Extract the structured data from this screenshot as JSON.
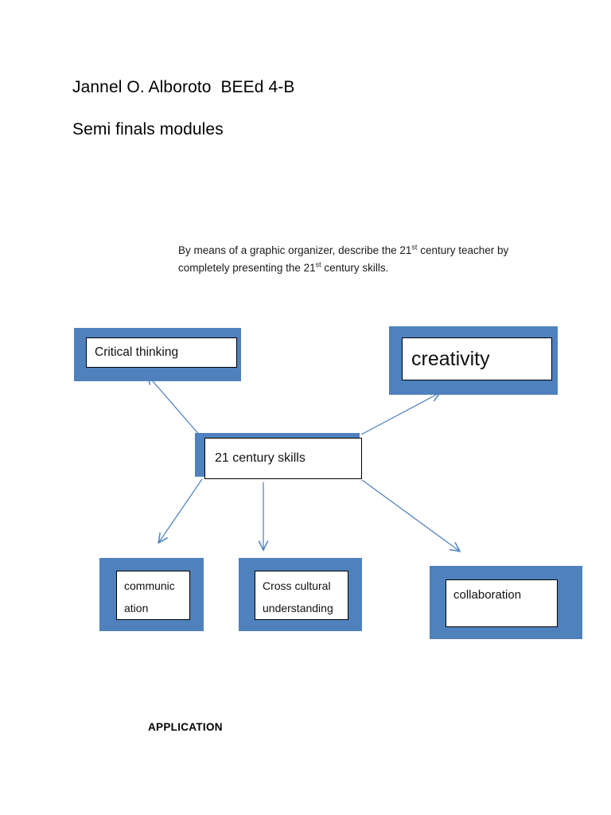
{
  "document": {
    "background_color": "#ffffff",
    "heading": {
      "line1": "Jannel O. Alboroto  BEEd 4-B",
      "line2": "Semi finals modules"
    },
    "instruction": {
      "part1": "By means of a graphic organizer, describe the 21",
      "sup1": "st",
      "part2": " century teacher by completely presenting the 21",
      "sup2": "st",
      "part3": " century skills."
    },
    "footer": {
      "application_heading": "APPLICATION"
    }
  },
  "chart_data": {
    "type": "diagram",
    "diagram_kind": "graphic-organizer",
    "title": "21 century skills",
    "accent_color": "#4F81BD",
    "node_fill_color": "#ffffff",
    "node_border_color": "#000000",
    "arrow_color": "#4F81BD",
    "center_node": {
      "id": "center",
      "label": "21 century skills"
    },
    "nodes": [
      {
        "id": "critical-thinking",
        "label": "Critical thinking",
        "position": "top-left"
      },
      {
        "id": "creativity",
        "label": "creativity",
        "position": "top-right"
      },
      {
        "id": "communication",
        "label": "communic\nation",
        "position": "bottom-left"
      },
      {
        "id": "cross-cultural",
        "label": "Cross cultural\nunderstanding",
        "position": "bottom-center"
      },
      {
        "id": "collaboration",
        "label": "collaboration",
        "position": "bottom-right"
      }
    ],
    "edges": [
      {
        "from": "center",
        "to": "critical-thinking",
        "direction": "up-left",
        "arrowhead": "end"
      },
      {
        "from": "center",
        "to": "creativity",
        "direction": "up-right",
        "arrowhead": "end"
      },
      {
        "from": "center",
        "to": "communication",
        "direction": "down-left",
        "arrowhead": "end"
      },
      {
        "from": "center",
        "to": "cross-cultural",
        "direction": "down",
        "arrowhead": "end"
      },
      {
        "from": "center",
        "to": "collaboration",
        "direction": "down-right",
        "arrowhead": "end"
      }
    ]
  }
}
